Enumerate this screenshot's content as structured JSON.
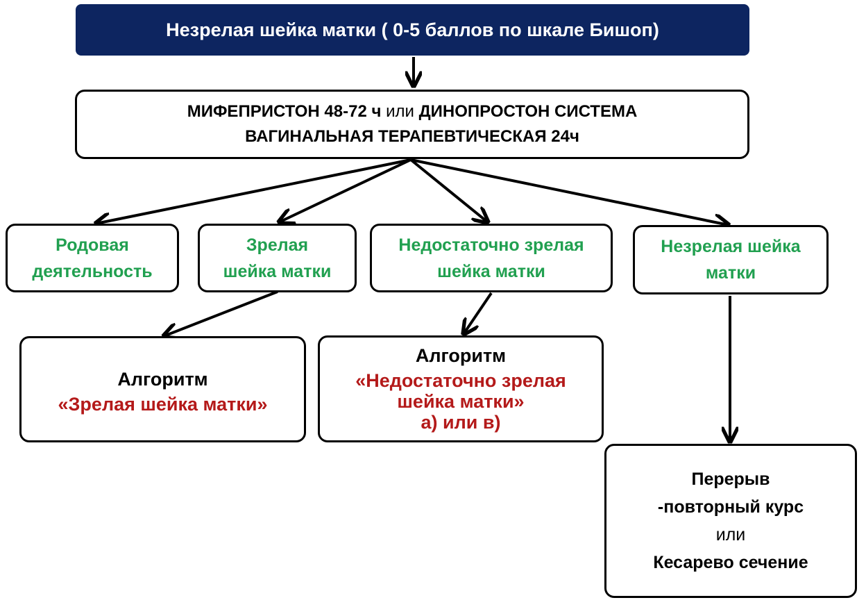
{
  "title": "Незрелая шейка матки ( 0-5 баллов по шкале Бишоп)",
  "drug": {
    "part1": "МИФЕПРИСТОН 48-72 ч",
    "or": " или ",
    "part2": "ДИНОПРОСТОН СИСТЕМА",
    "line2": "ВАГИНАЛЬНАЯ ТЕРАПЕВТИЧЕСКАЯ  24ч"
  },
  "outcomes": [
    {
      "line1": "Родовая",
      "line2": "деятельность"
    },
    {
      "line1": "Зрелая",
      "line2": "шейка матки"
    },
    {
      "line1": "Недостаточно зрелая",
      "line2": "шейка матки"
    },
    {
      "line1": "Незрелая шейка",
      "line2": "матки"
    }
  ],
  "algorithm_ripe": {
    "heading": "Алгоритм",
    "name": "«Зрелая шейка матки»"
  },
  "algorithm_insufficient": {
    "heading": "Алгоритм",
    "name_line1": "«Недостаточно зрелая",
    "name_line2": "шейка матки»",
    "options": "а) или в)"
  },
  "unripe_next": {
    "line1": "Перерыв",
    "line2": "-повторный курс",
    "or": "или",
    "line3": "Кесарево сечение"
  },
  "colors": {
    "title_bg": "#0d2560",
    "green": "#21a050",
    "red": "#b41a1a"
  }
}
